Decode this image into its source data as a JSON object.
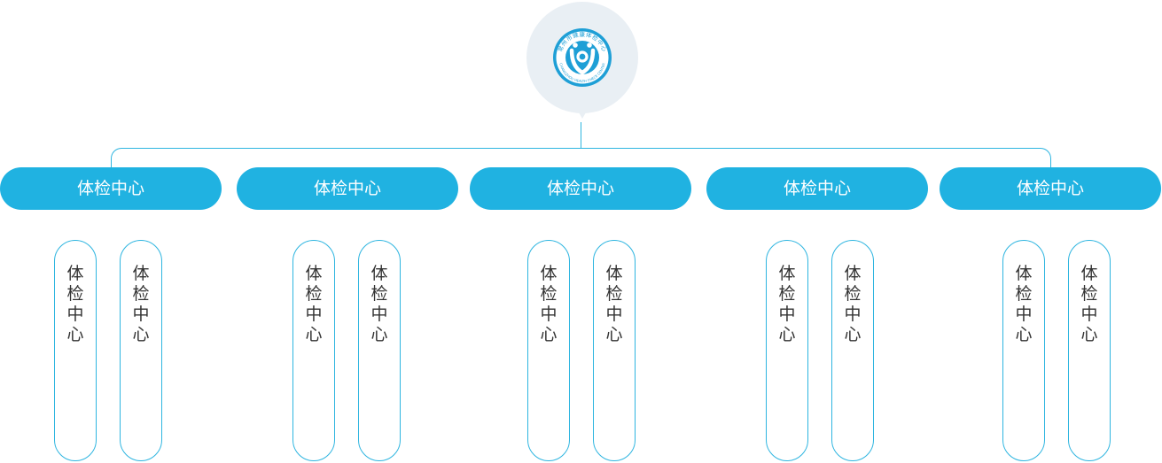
{
  "logo": {
    "icon": "health-center-seal-logo",
    "seal_text": "常州市健康体检中心",
    "seal_text_en": "CHANGZHOU HEALTH CHECK CENTER"
  },
  "colors": {
    "accent": "#20b2e1",
    "line": "#2eb5e0",
    "bubble": "#e9eff4",
    "text": "#333333"
  },
  "departments": [
    {
      "label": "体检中心",
      "children": [
        {
          "label": "体检中心"
        },
        {
          "label": "体检中心"
        }
      ]
    },
    {
      "label": "体检中心",
      "children": [
        {
          "label": "体检中心"
        },
        {
          "label": "体检中心"
        }
      ]
    },
    {
      "label": "体检中心",
      "children": [
        {
          "label": "体检中心"
        },
        {
          "label": "体检中心"
        }
      ]
    },
    {
      "label": "体检中心",
      "children": [
        {
          "label": "体检中心"
        },
        {
          "label": "体检中心"
        }
      ]
    },
    {
      "label": "体检中心",
      "children": [
        {
          "label": "体检中心"
        },
        {
          "label": "体检中心"
        }
      ]
    }
  ]
}
